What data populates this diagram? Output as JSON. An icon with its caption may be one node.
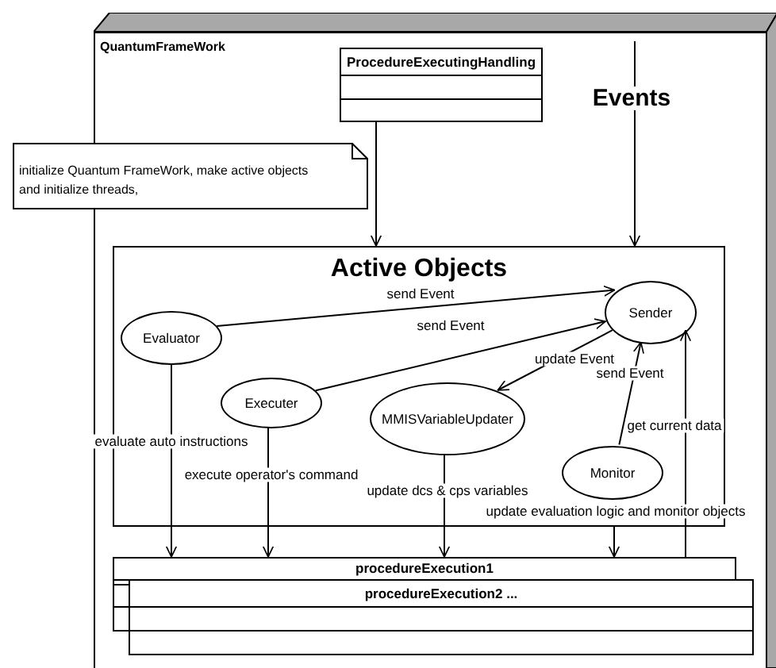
{
  "diagram": {
    "nodes": [
      {
        "text": [
          "QuantumFrameWork"
        ]
      },
      {
        "text": [
          "ProcedureExecutingHandling"
        ],
        "in": 0
      },
      {
        "text": [
          "initialize Quantum FrameWork, make active objects and initialize threads,"
        ]
      },
      {
        "text": [
          "Active Objects"
        ],
        "in": 0
      },
      {
        "text": [
          "Evaluator"
        ],
        "in": 3
      },
      {
        "text": [
          "Sender"
        ],
        "in": 3
      },
      {
        "text": [
          "Executer"
        ],
        "in": 3
      },
      {
        "text": [
          "MMISVariableUpdater"
        ],
        "in": 3
      },
      {
        "text": [
          "Monitor"
        ],
        "in": 3
      },
      {
        "text": [
          "procedureExecution1"
        ],
        "in": 0
      },
      {
        "text": [
          "procedureExecution2 ..."
        ],
        "in": 0
      }
    ],
    "edges": [
      {
        "from": 1,
        "to": 3,
        "arrow": "to"
      },
      {
        "from": null,
        "to": 3,
        "arrow": "to"
      },
      {
        "from": 4,
        "to": 5,
        "label": "send Event",
        "arrow": "to"
      },
      {
        "from": 6,
        "to": 5,
        "label": "send Event",
        "arrow": "to"
      },
      {
        "from": 5,
        "to": 7,
        "label": "update Event",
        "arrow": "to"
      },
      {
        "from": 8,
        "to": 5,
        "label": "send Event",
        "arrow": "to"
      },
      {
        "from": 4,
        "to": 9,
        "label": "evaluate auto instructions",
        "arrow": "to"
      },
      {
        "from": 6,
        "to": 9,
        "label": "execute operator's command",
        "arrow": "to"
      },
      {
        "from": 7,
        "to": 9,
        "label": "update dcs & cps variables",
        "arrow": "to"
      },
      {
        "from": 3,
        "to": 9,
        "label": "update evaluation logic and monitor objects",
        "arrow": "to"
      },
      {
        "from": 9,
        "to": 5,
        "label": "get current data",
        "arrow": "to"
      }
    ],
    "labels": [
      "Events"
    ]
  }
}
